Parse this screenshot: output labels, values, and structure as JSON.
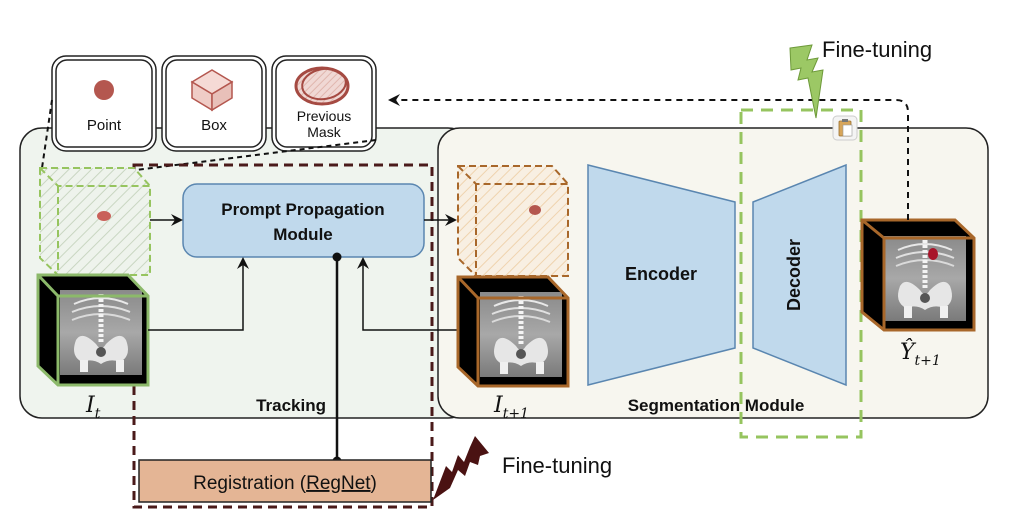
{
  "prompt_types": {
    "point": "Point",
    "box": "Box",
    "previous_mask_line1": "Previous",
    "previous_mask_line2": "Mask"
  },
  "tracking": {
    "label": "Tracking",
    "ppm_line1": "Prompt Propagation",
    "ppm_line2": "Module",
    "input_symbol": "I",
    "input_subscript": "t"
  },
  "segmentation": {
    "label": "Segmentation Module",
    "encoder": "Encoder",
    "decoder": "Decoder",
    "input_symbol": "I",
    "input_subscript": "t+1",
    "output_symbol": "Ŷ",
    "output_subscript": "t+1"
  },
  "registration": {
    "label_prefix": "Registration (",
    "label_name": "RegNet",
    "label_suffix": ")"
  },
  "annotations": {
    "finetune_decoder": "Fine-tuning",
    "finetune_registration": "Fine-tuning"
  },
  "colors": {
    "tracking_bg": "#eff4ee",
    "segmentation_bg": "#f7f6ef",
    "module_blue": "#c0d9ec",
    "module_blue_stroke": "#5a86b0",
    "registration_fill": "#e4b595",
    "registration_frame": "#4a1a1a",
    "green_accent": "#96c45f",
    "orange_frame": "#a8672a",
    "prompt_red": "#b4574f"
  }
}
